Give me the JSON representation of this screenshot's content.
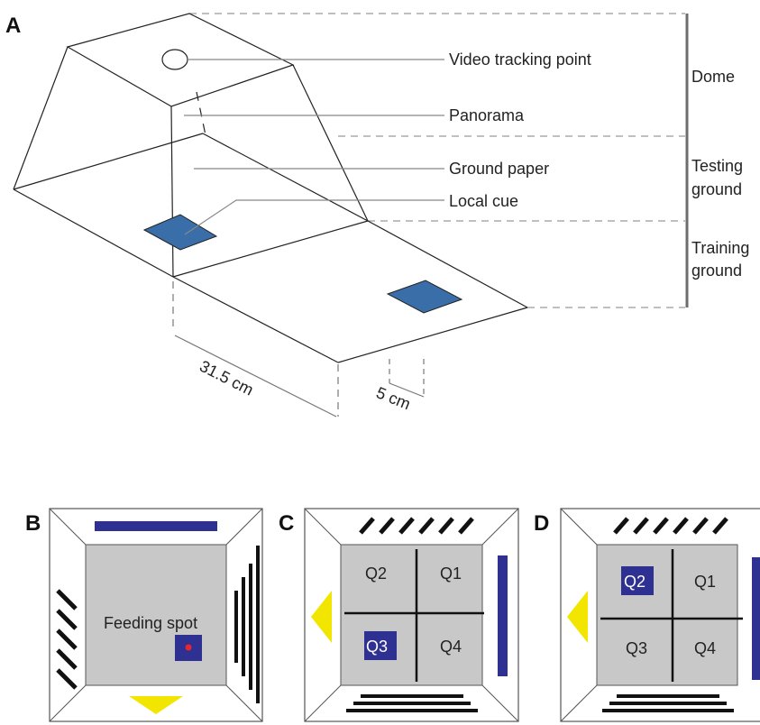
{
  "panel_a": {
    "letter": "A",
    "labels": {
      "video_tracking_point": "Video tracking point",
      "panorama": "Panorama",
      "ground_paper": "Ground paper",
      "local_cue": "Local cue"
    },
    "regions": {
      "dome": "Dome",
      "testing_line1": "Testing",
      "testing_line2": "ground",
      "training_line1": "Training",
      "training_line2": "ground"
    },
    "dimensions": {
      "length": "31.5 cm",
      "height": "5 cm"
    }
  },
  "panel_b": {
    "letter": "B",
    "feeding_label": "Feeding spot"
  },
  "panel_c": {
    "letter": "C",
    "quadrants": {
      "q1": "Q1",
      "q2": "Q2",
      "q3": "Q3",
      "q4": "Q4"
    },
    "cue_quadrant": "Q3"
  },
  "panel_d": {
    "letter": "D",
    "quadrants": {
      "q1": "Q1",
      "q2": "Q2",
      "q3": "Q3",
      "q4": "Q4"
    },
    "cue_quadrant": "Q2"
  },
  "colors": {
    "cue_blue": "#3a6ea8",
    "navy": "#2e3192",
    "yellow": "#f2e600",
    "arena_gray": "#c8c8c8",
    "feeding_dot": "#e8262b"
  }
}
